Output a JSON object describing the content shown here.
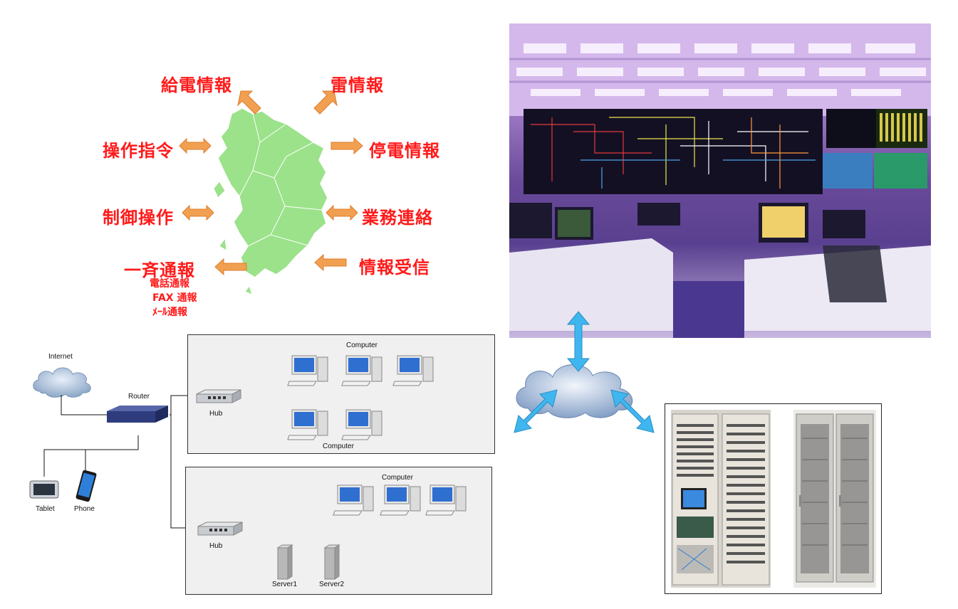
{
  "kyushu_diagram": {
    "labels": {
      "supply_info": "給電情報",
      "lightning_info": "雷情報",
      "operation_command": "操作指令",
      "outage_info": "停電情報",
      "control_operation": "制御操作",
      "business_contact": "業務連絡",
      "broadcast": "一斉通報",
      "info_receive": "情報受信",
      "sub_phone": "電話通報",
      "sub_fax": "FAX 通報",
      "sub_mail": "ﾒｰﾙ通報"
    },
    "map_color": "#9be28a",
    "arrow_color": "#f0a050",
    "text_color": "#ff1a1a"
  },
  "network_diagram": {
    "internet": "Internet",
    "router": "Router",
    "tablet": "Tablet",
    "phone": "Phone",
    "hub_top": "Hub",
    "hub_bottom": "Hub",
    "computer_top": "Computer",
    "computer_top_bottom": "Computer",
    "computer_bottom": "Computer",
    "server1": "Server1",
    "server2": "Server2"
  },
  "photos": {
    "control_room_tint": "#b89ad8",
    "link_arrow_color": "#3fb6f0"
  }
}
